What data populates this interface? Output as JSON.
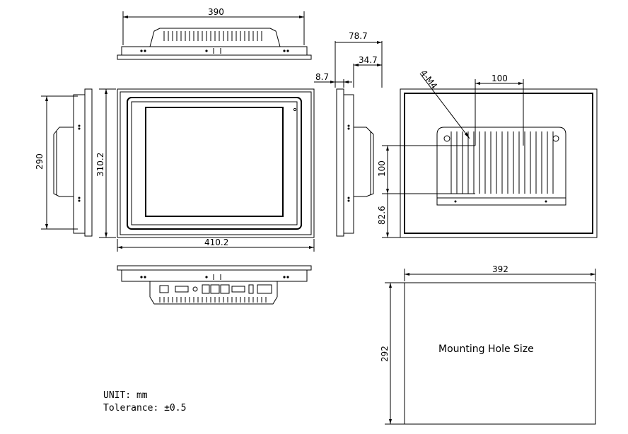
{
  "drawing": {
    "unit_note": "UNIT: mm",
    "tolerance_note": "Tolerance: ±0.5",
    "cutout_label": "Mounting Hole Size"
  },
  "dimensions": {
    "top_width": "390",
    "side_depth_total": "78.7",
    "side_depth_body": "34.7",
    "bezel_depth": "8.7",
    "front_height_inner": "290",
    "front_height_outer": "310.2",
    "front_width": "410.2",
    "vesa_horizontal": "100",
    "vesa_vertical": "100",
    "vesa_offset": "82.6",
    "vesa_screw": "4-M4",
    "cutout_width": "392",
    "cutout_height": "292"
  }
}
